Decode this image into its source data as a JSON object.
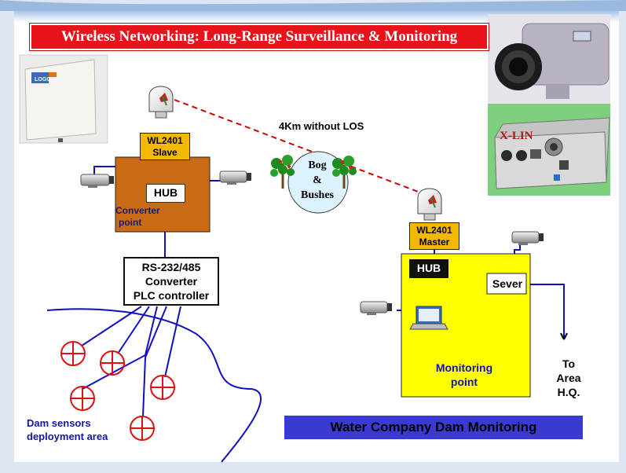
{
  "title": "Wireless Networking: Long-Range Surveillance & Monitoring",
  "link": {
    "label": "4Km without LOS"
  },
  "obstacle": {
    "line1": "Bog",
    "line2": "&",
    "line3": "Bushes"
  },
  "slave_site": {
    "radio_line1": "WL2401",
    "radio_line2": "Slave",
    "hub": "HUB",
    "label_line1": "Converter",
    "label_line2": "point"
  },
  "converter": {
    "line1": "RS-232/485",
    "line2": "Converter",
    "line3": "PLC controller"
  },
  "sensors": {
    "label_line1": "Dam sensors",
    "label_line2": "deployment area"
  },
  "master_site": {
    "radio_line1": "WL2401",
    "radio_line2": "Master",
    "hub": "HUB",
    "server": "Sever",
    "label_line1": "Monitoring",
    "label_line2": "point"
  },
  "destination": {
    "line1": "To",
    "line2": "Area",
    "line3": "H.Q."
  },
  "footer": "Water Company Dam Monitoring",
  "server_brand": "X-LIN",
  "antenna_brand": "LOGO",
  "colors": {
    "title_bg": "#e8121a",
    "orange_box": "#c96a14",
    "yellow_box": "#ffff00",
    "radio_box": "#f5b800",
    "link_dash": "#d00000",
    "footer_bg": "#3a3ad0",
    "sensor_red": "#e01010",
    "wire_blue": "#1010c0"
  }
}
